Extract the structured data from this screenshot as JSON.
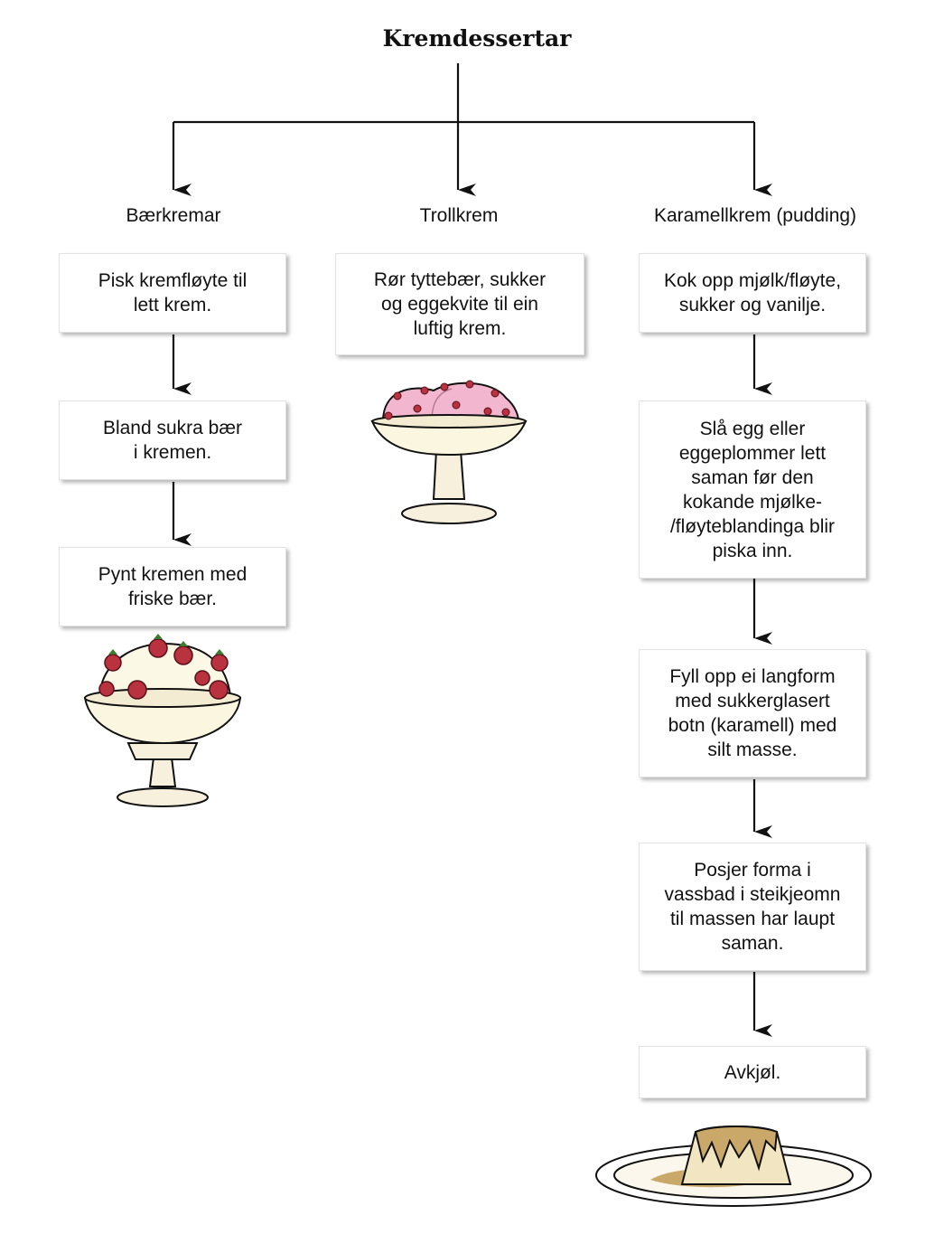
{
  "title": "Kremdessertar",
  "columns": [
    {
      "heading": "Bærkremar",
      "steps": [
        "Pisk kremfløyte til\nlett krem.",
        "Bland sukra bær\ni kremen.",
        "Pynt kremen med\nfriske bær."
      ],
      "illustration_icon": "berry-cream-bowl-icon"
    },
    {
      "heading": "Trollkrem",
      "steps": [
        "Rør tyttebær, sukker\nog eggekvite til ein\nluftig krem."
      ],
      "illustration_icon": "lingonberry-cream-bowl-icon"
    },
    {
      "heading": "Karamellkrem (pudding)",
      "steps": [
        "Kok opp mjølk/fløyte,\nsukker og vanilje.",
        "Slå egg eller\neggeplommer lett\nsaman før den\nkokande mjølke-\n/fløyteblandinga blir\npiska inn.",
        "Fyll opp ei langform\nmed sukkerglasert\nbotn (karamell) med\nsilt masse.",
        "Posjer forma i\nvassbad i steikjeomn\ntil massen har laupt\nsaman.",
        "Avkjøl."
      ],
      "illustration_icon": "caramel-pudding-plate-icon"
    }
  ],
  "colors": {
    "line": "#111111",
    "cream": "#fbf6df",
    "berry": "#b8323f",
    "lingon_cream": "#f2b6cf",
    "caramel": "#c9a86a"
  }
}
